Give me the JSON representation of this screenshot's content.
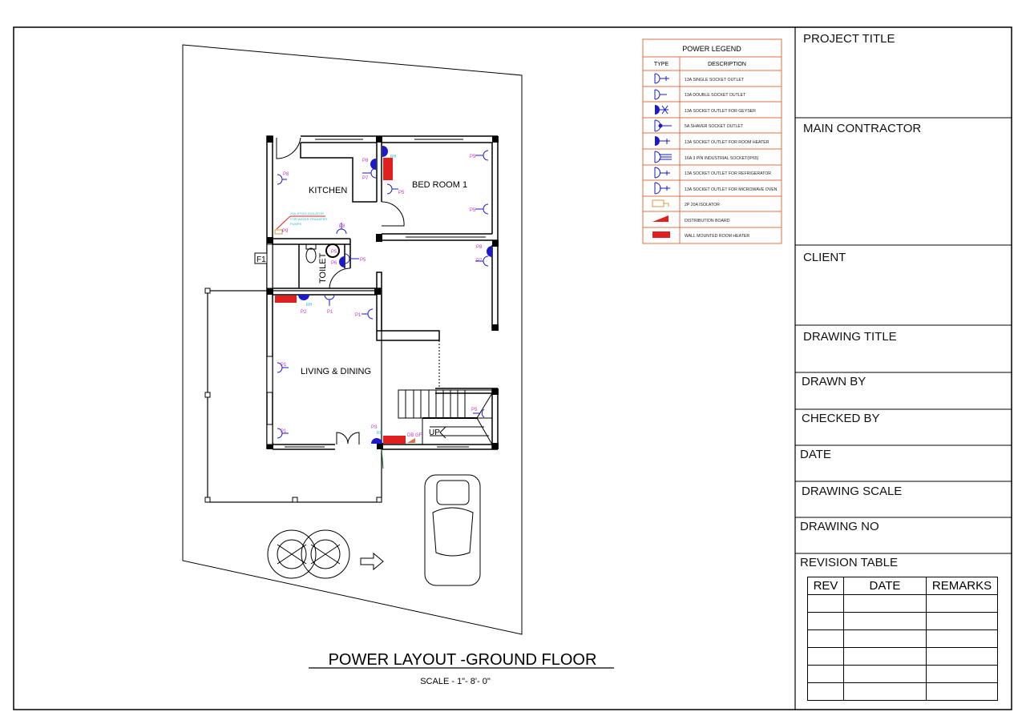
{
  "drawing": {
    "title": "POWER LAYOUT  -GROUND FLOOR",
    "scale": "SCALE - 1\"- 8'- 0\""
  },
  "legend": {
    "title": "POWER LEGEND",
    "col_type": "TYPE",
    "col_description": "DESCRIPTION",
    "items": [
      {
        "icon": "single-socket-icon",
        "description": "13A SINGLE SOCKET OUTLET"
      },
      {
        "icon": "double-socket-icon",
        "description": "13A DOUBLE SOCKET OUTLET"
      },
      {
        "icon": "geyser-socket-icon",
        "description": "13A SOCKET OUTLET FOR GEYSER"
      },
      {
        "icon": "shaver-socket-icon",
        "description": "5A SHAVER SOCKET OUTLET"
      },
      {
        "icon": "room-heater-socket-icon",
        "description": "13A SOCKET OUTLET FOR ROOM HEATER"
      },
      {
        "icon": "industrial-socket-icon",
        "description": "16A 3 PIN INDUSTRIAL SOCKET(IP65)"
      },
      {
        "icon": "refrigerator-socket-icon",
        "description": "13A SOCKET OUTLET FOR REFRIGERATOR"
      },
      {
        "icon": "microwave-socket-icon",
        "description": "13A SOCKET OUTLET FOR MICROWAVE OVEN"
      },
      {
        "icon": "isolator-icon",
        "description": "2P 20A ISOLATOR"
      },
      {
        "icon": "distribution-board-icon",
        "description": "DISTRIBUTION BOARD"
      },
      {
        "icon": "room-heater-icon",
        "description": "WALL MOUNTED ROOM HEATER"
      }
    ]
  },
  "plan": {
    "rooms": {
      "kitchen": "KITCHEN",
      "bedroom1": "BED ROOM 1",
      "toilet": "TOILET",
      "living": "LIVING & DINING",
      "stairs_up": "UP",
      "f1": "F1"
    },
    "annotation_isolator": [
      "20A 2POLE ISOLATOR",
      "FOR WATER TRANSFER",
      "PUMPS"
    ],
    "db_label": "DB GF",
    "rh": "RH",
    "sockets": {
      "p1": "P1",
      "p2": "P2",
      "p3": "P3",
      "p5": "P5",
      "p6": "P6",
      "p7": "P7",
      "p8": "P8",
      "p9": "P9"
    }
  },
  "title_block": {
    "project_title": "PROJECT TITLE",
    "main_contractor": "MAIN CONTRACTOR",
    "client": "CLIENT",
    "drawing_title": "DRAWING TITLE",
    "drawn_by": "DRAWN BY",
    "checked_by": "CHECKED  BY",
    "date": "DATE",
    "drawing_scale": "DRAWING SCALE",
    "drawing_no": "DRAWING NO",
    "revision_table": {
      "title": "REVISION TABLE",
      "headers": [
        "REV",
        "DATE",
        "REMARKS"
      ],
      "rows": [
        [
          "",
          "",
          ""
        ],
        [
          "",
          "",
          ""
        ],
        [
          "",
          "",
          ""
        ],
        [
          "",
          "",
          ""
        ],
        [
          "",
          "",
          ""
        ],
        [
          "",
          "",
          ""
        ]
      ]
    }
  },
  "colors": {
    "legend_border": "#e07040",
    "socket": "#1a1acc",
    "label": "#cc33cc",
    "heater": "#e02020",
    "annotation": "#22bbcc"
  }
}
